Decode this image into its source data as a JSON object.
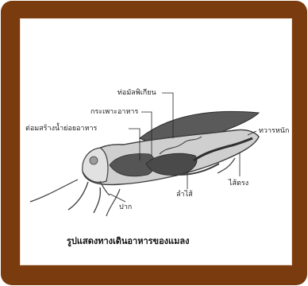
{
  "labels": {
    "malpighian_tubule": "ท่อมัลพิเกียน",
    "stomach": "กระเพาะอาหาร",
    "digestive_gland": "ต่อมสร้างน้ำย่อยอาหาร",
    "anus": "ทวารหนัก",
    "rectum": "ไส้ตรง",
    "intestine": "ลำไส้",
    "mouth": "ปาก"
  },
  "caption": "รูปแสดงทางเดินอาหารของแมลง",
  "colors": {
    "frame": "#7a3b0e",
    "panel": "#ffffff"
  }
}
